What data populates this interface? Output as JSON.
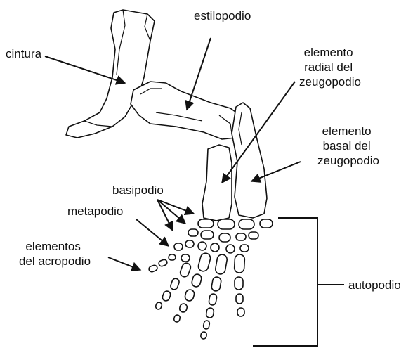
{
  "diagram": {
    "labels": {
      "cintura": "cintura",
      "estilopodio": "estilopodio",
      "radial": [
        "elemento",
        "radial del",
        "zeugopodio"
      ],
      "basal": [
        "elemento",
        "basal del",
        "zeugopodio"
      ],
      "basipodio": "basipodio",
      "metapodio": "metapodio",
      "acropodio": [
        "elementos",
        "del acropodio"
      ],
      "autopodio": "autopodio"
    }
  }
}
